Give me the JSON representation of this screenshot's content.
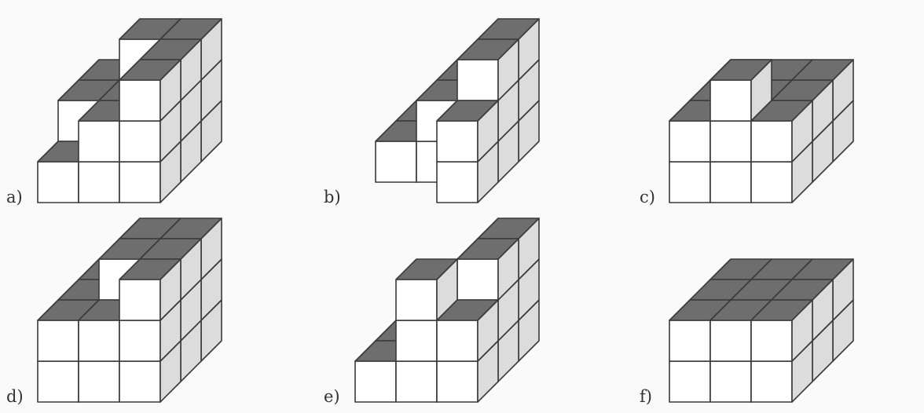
{
  "colors": {
    "background": "#fafafa",
    "front_face": "#ffffff",
    "side_face": "#dcdcdc",
    "top_face": "#6e6e6e",
    "edge": "#3a3a3a"
  },
  "figures": [
    {
      "label": "a)",
      "grid": [
        [
          2,
          3,
          3
        ],
        [
          2,
          2,
          3
        ],
        [
          1,
          2,
          3
        ]
      ]
    },
    {
      "label": "b)",
      "grid": [
        [
          1,
          2,
          3
        ],
        [
          1,
          2,
          3
        ],
        [
          0,
          0,
          2
        ]
      ]
    },
    {
      "label": "c)",
      "grid": [
        [
          2,
          2,
          2
        ],
        [
          2,
          2,
          2
        ],
        [
          2,
          3,
          2
        ]
      ]
    },
    {
      "label": "d)",
      "grid": [
        [
          2,
          3,
          3
        ],
        [
          2,
          3,
          3
        ],
        [
          2,
          2,
          3
        ]
      ]
    },
    {
      "label": "e)",
      "grid": [
        [
          1,
          2,
          3
        ],
        [
          1,
          2,
          3
        ],
        [
          1,
          3,
          2
        ]
      ]
    },
    {
      "label": "f)",
      "grid": [
        [
          2,
          2,
          2
        ],
        [
          2,
          2,
          2
        ],
        [
          2,
          2,
          2
        ]
      ]
    }
  ]
}
